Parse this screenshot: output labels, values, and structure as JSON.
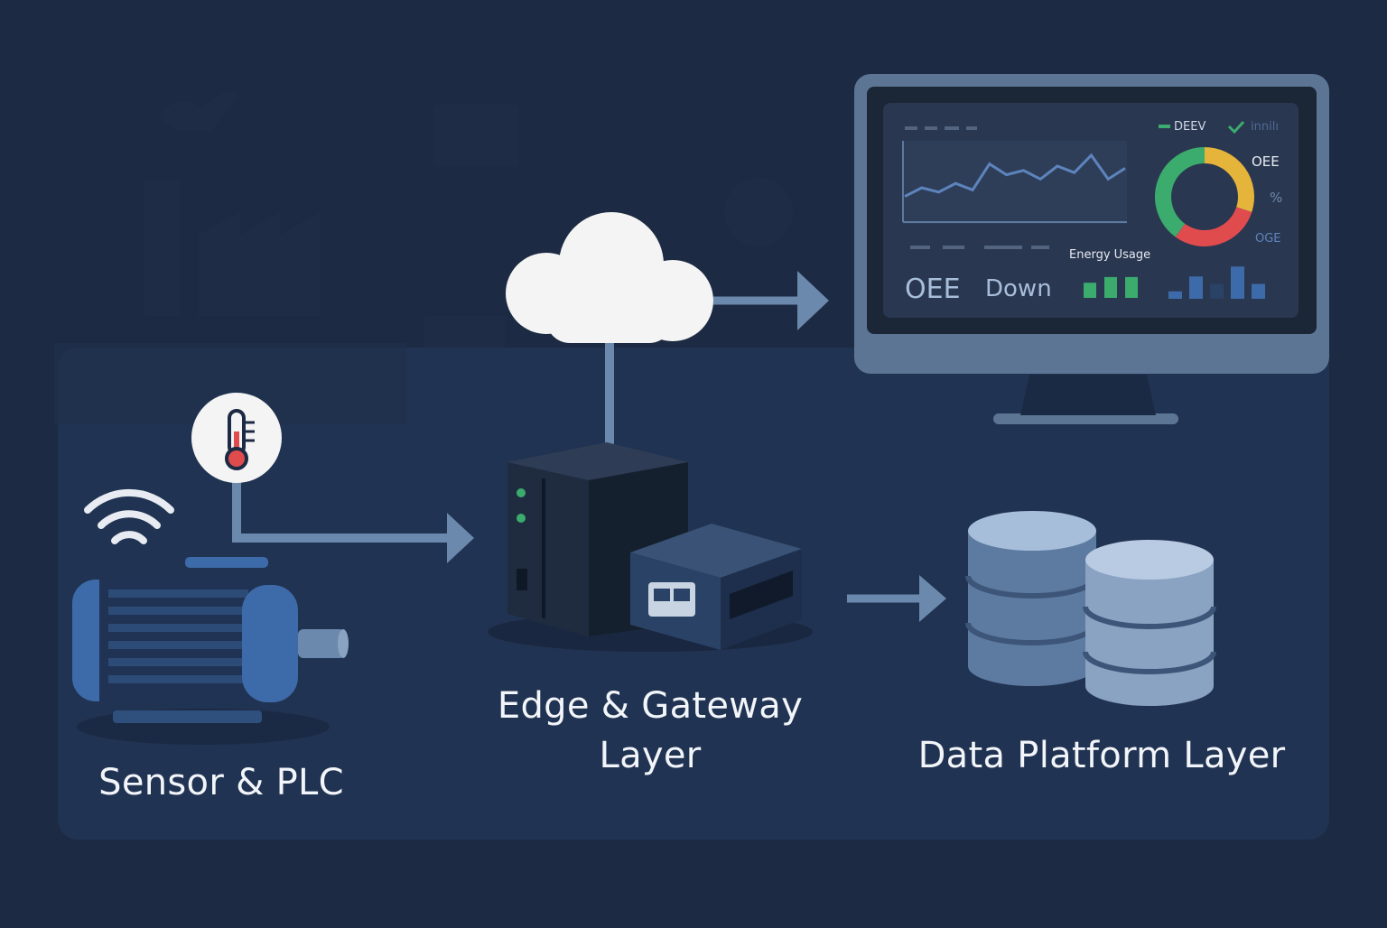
{
  "layers": {
    "sensor": {
      "label": "Sensor & PLC"
    },
    "edge": {
      "label_line1": "Edge & Gateway",
      "label_line2": "Layer"
    },
    "data": {
      "label": "Data Platform Layer"
    }
  },
  "dashboard": {
    "legend_1": "DEEV",
    "legend_2": "innilı",
    "donut_label_1": "OEE",
    "donut_label_2": "%",
    "donut_label_3": "OGE",
    "energy_label": "Energy Usage",
    "kpi_1": "OEE",
    "kpi_2": "Down"
  },
  "icons": {
    "thermometer": "thermometer-icon",
    "wifi": "wifi-icon",
    "cloud": "cloud-icon",
    "motor": "motor-icon",
    "gateway": "gateway-icon",
    "database": "database-icon",
    "monitor": "monitor-icon"
  },
  "colors": {
    "background": "#1c2a43",
    "panel": "#213352",
    "accent_blue": "#3d6aa8",
    "green": "#3bab6e",
    "yellow": "#e5b43a",
    "red": "#e04b4e"
  },
  "chart_data": [
    {
      "type": "line",
      "y": [
        22,
        30,
        26,
        34,
        28,
        52,
        42,
        46,
        38,
        50,
        44,
        60,
        38,
        48
      ]
    },
    {
      "type": "pie",
      "values": [
        30,
        30,
        40
      ],
      "colors": [
        "#e5b43a",
        "#e04b4e",
        "#3bab6e"
      ]
    },
    {
      "type": "bar",
      "values": [
        40,
        55,
        55
      ],
      "colors": [
        "#3bab6e",
        "#3bab6e",
        "#3bab6e"
      ]
    },
    {
      "type": "bar",
      "values": [
        15,
        45,
        30,
        65,
        30
      ],
      "colors": [
        "#3d6aa8",
        "#3d6aa8",
        "#2a4266",
        "#3d6aa8",
        "#3d6aa8"
      ]
    }
  ]
}
